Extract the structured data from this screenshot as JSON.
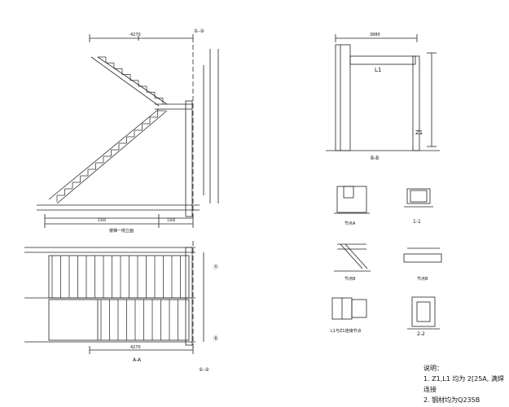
{
  "sheet": {
    "labels": {
      "elev_caption": "楼梯一侧立面",
      "plan_caption": "A-A",
      "bb_caption": "B-B",
      "beam_label": "L1",
      "column_label": "Z1",
      "section_11": "1-1",
      "section_22": "2-2",
      "detail_a": "节点A",
      "detail_b": "节点B",
      "detail_c": "L1与Z1连接节点",
      "grid_top": "①-②",
      "grid_a": "Ⓐ",
      "grid_b": "Ⓑ",
      "top_dim": "4270",
      "bottom_dim": "4270",
      "bb_dim": "3880",
      "elev_dim_left": "2340",
      "elev_dim_right": "1300"
    },
    "notes": {
      "title": "说明：",
      "line1": "1.   Z1,L1 均为 2[25A, 满焊连接",
      "line2": "2.   钢材均为Q235B"
    }
  }
}
